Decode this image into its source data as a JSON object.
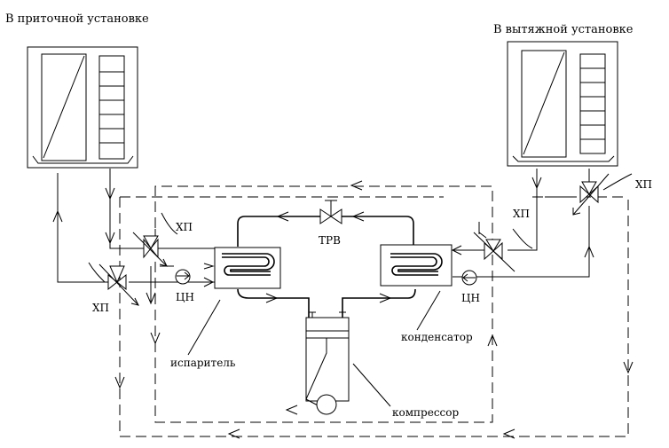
{
  "labels": {
    "supply_unit": "В приточной установке",
    "exhaust_unit": "В вытяжной установке",
    "trv": "ТРВ",
    "hp_supply_upper": "ХП",
    "hp_supply_lower": "ХП",
    "hp_exhaust_upper": "ХП",
    "hp_exhaust_valve": "ХП",
    "pump_left": "ЦН",
    "pump_right": "ЦН",
    "evaporator": "испаритель",
    "condenser": "конденсатор",
    "compressor": "компрессор"
  },
  "colors": {
    "stroke": "#000000",
    "background": "#ffffff"
  }
}
